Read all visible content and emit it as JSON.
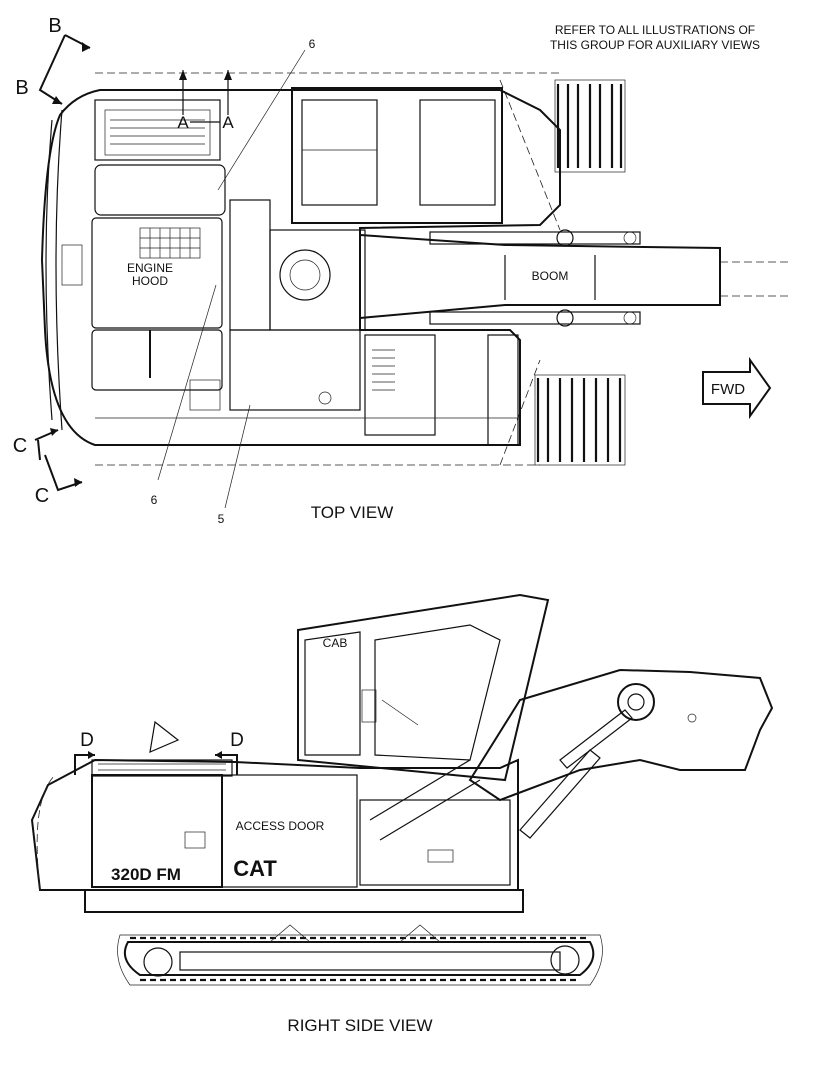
{
  "note": {
    "line1": "REFER TO ALL ILLUSTRATIONS OF",
    "line2": "THIS GROUP FOR AUXILIARY VIEWS"
  },
  "top_view": {
    "caption": "TOP VIEW",
    "engine_hood_line1": "ENGINE",
    "engine_hood_line2": "HOOD",
    "boom": "BOOM",
    "fwd": "FWD",
    "section_a_left": "A",
    "section_a_right": "A",
    "section_b_top": "B",
    "section_b_side": "B",
    "section_c_side": "C",
    "section_c_bottom": "C",
    "callout_6_top": "6",
    "callout_6_bottom": "6",
    "callout_5": "5"
  },
  "side_view": {
    "caption": "RIGHT SIDE VIEW",
    "cab": "CAB",
    "access_door": "ACCESS DOOR",
    "model_text": "320D FM",
    "brand_text": "CAT",
    "section_d_left": "D",
    "section_d_right": "D"
  }
}
